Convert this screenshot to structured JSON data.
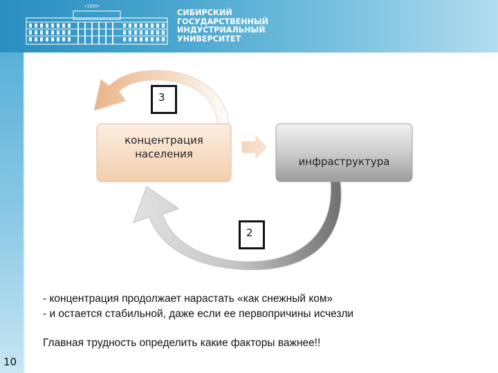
{
  "header": {
    "year": "•1930•",
    "university_name": [
      "СИБИРСКИЙ",
      "ГОСУДАРСТВЕННЫЙ",
      "ИНДУСТРИАЛЬНЫЙ",
      "УНИВЕРСИТЕТ"
    ],
    "logo_icon": "university-building-icon"
  },
  "diagram": {
    "box_left": {
      "label_line1": "концентрация",
      "label_line2": "населения"
    },
    "box_right": {
      "label": "инфраструктура"
    },
    "badge_top": "3",
    "badge_bottom": "2",
    "arrow_icon": "right-arrow-icon",
    "loop_icons": [
      "curved-arrow-top-icon",
      "curved-arrow-bottom-icon"
    ]
  },
  "text": {
    "line1": "- концентрация продолжает нарастать «как снежный ком»",
    "line2": "-  и остается стабильной, даже если ее первопричины исчезли",
    "line3": "Главная трудность определить какие факторы важнее!!"
  },
  "page_number": "10",
  "colors": {
    "header_start": "#2a8ec0",
    "header_end": "#b3dcee",
    "orange_box": "#f8dcc4",
    "gray_box": "#b5b5b5"
  }
}
